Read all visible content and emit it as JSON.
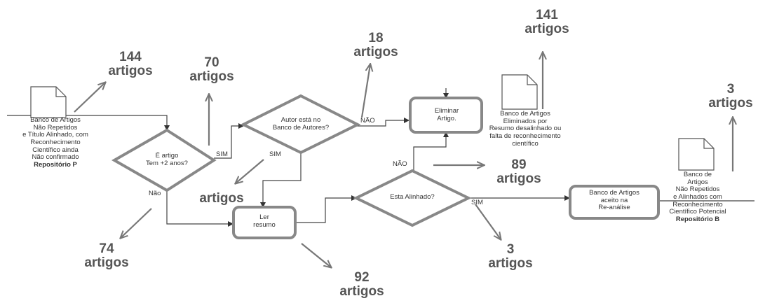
{
  "counts": {
    "c144": {
      "num": "144",
      "unit": "artigos"
    },
    "c70": {
      "num": "70",
      "unit": "artigos"
    },
    "c18": {
      "num": "18",
      "unit": "artigos"
    },
    "c141": {
      "num": "141",
      "unit": "artigos"
    },
    "c3_top": {
      "num": "3",
      "unit": "artigos"
    },
    "c89": {
      "num": "89",
      "unit": "artigos"
    },
    "c_mid": {
      "unit": "artigos"
    },
    "c74": {
      "num": "74",
      "unit": "artigos"
    },
    "c92": {
      "num": "92",
      "unit": "artigos"
    },
    "c3_bottom": {
      "num": "3",
      "unit": "artigos"
    }
  },
  "documents": {
    "repo_p": {
      "lines": [
        "Banco de Artigos",
        "Não Repetidos",
        "e Título Alinhado, com",
        "Reconhecimento",
        "Científico ainda",
        "Não confirmado"
      ],
      "bold": "Repositório P"
    },
    "eliminated": {
      "lines": [
        "Banco de Artigos",
        "Eliminados por",
        "Resumo desalinhado ou",
        "falta de reconhecimento",
        "científico"
      ]
    },
    "repo_b": {
      "lines": [
        "Banco de",
        "Artigos",
        "Não Repetidos",
        "e Alinhados com",
        "Reconhecimento",
        "Científico Potencial"
      ],
      "bold": "Repositório B"
    }
  },
  "decisions": {
    "age": {
      "line1": "É artigo",
      "line2": "Tem  +2 anos?"
    },
    "author": {
      "line1": "Autor está no",
      "line2": "Banco de Autores?"
    },
    "aligned": {
      "line1": "Esta Alinhado?"
    }
  },
  "processes": {
    "eliminate": {
      "line1": "Eliminar",
      "line2": "Artigo."
    },
    "read": {
      "line1": "Ler",
      "line2": "resumo"
    },
    "accepted": {
      "line1": "Banco de Artigos",
      "line2": "aceito na",
      "line3": "Re-análise"
    }
  },
  "edges": {
    "sim_age": "SIM",
    "nao_author": "NÃO",
    "sim_author": "SIM",
    "nao_age": "Não",
    "nao_aligned": "NÃO",
    "sim_aligned": "SIM"
  },
  "colors": {
    "line": "#444444",
    "shape_stroke": "#888888",
    "arrow_gray": "#777777",
    "count_text": "#555555"
  }
}
